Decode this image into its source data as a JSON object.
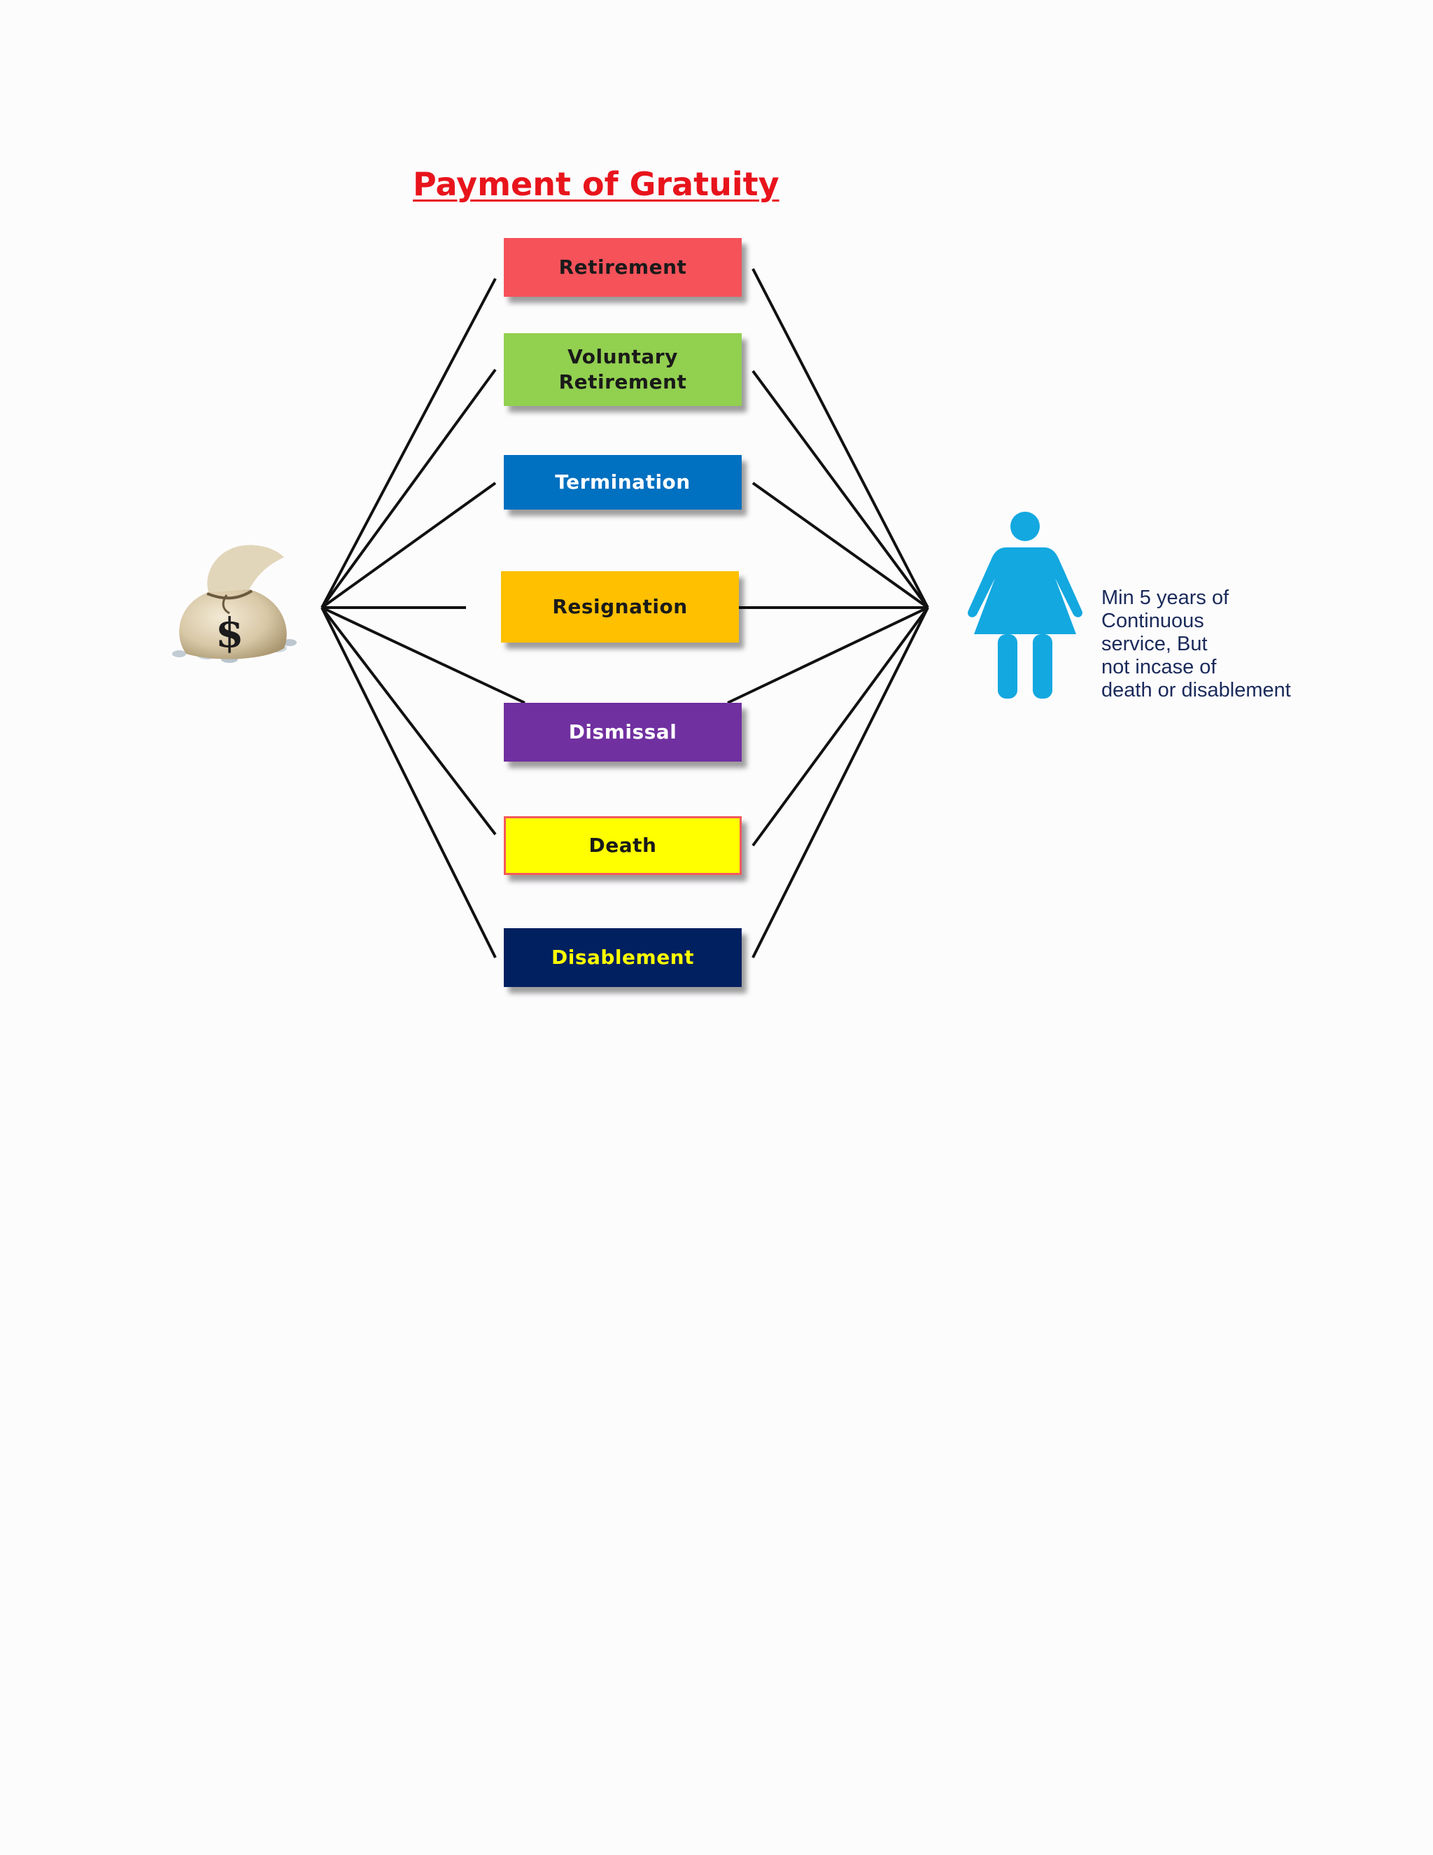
{
  "title": "Payment of Gratuity",
  "colors": {
    "title": "#e8141c",
    "line": "#111111",
    "person": "#13a8e0",
    "note_text": "#1a2a5a"
  },
  "categories": [
    {
      "label": "Retirement",
      "bg": "#f5525a",
      "fg": "#1a1a1a",
      "border": "#f5525a"
    },
    {
      "label": "Voluntary\nRetirement",
      "bg": "#92d050",
      "fg": "#1a1a1a",
      "border": "#92d050"
    },
    {
      "label": "Termination",
      "bg": "#0070c0",
      "fg": "#ffffff",
      "border": "#0070c0"
    },
    {
      "label": "Resignation",
      "bg": "#ffc000",
      "fg": "#1a1a1a",
      "border": "#ffc000"
    },
    {
      "label": "Dismissal",
      "bg": "#7030a0",
      "fg": "#ffffff",
      "border": "#7030a0"
    },
    {
      "label": "Death",
      "bg": "#ffff00",
      "fg": "#1a1a1a",
      "border": "#f25a5a"
    },
    {
      "label": "Disablement",
      "bg": "#002060",
      "fg": "#ffff00",
      "border": "#002060"
    }
  ],
  "icons": {
    "left": "money-bag-icon",
    "right": "woman-icon"
  },
  "note": "Min 5 years of\nContinuous\nservice, But\nnot incase of\ndeath or disablement"
}
